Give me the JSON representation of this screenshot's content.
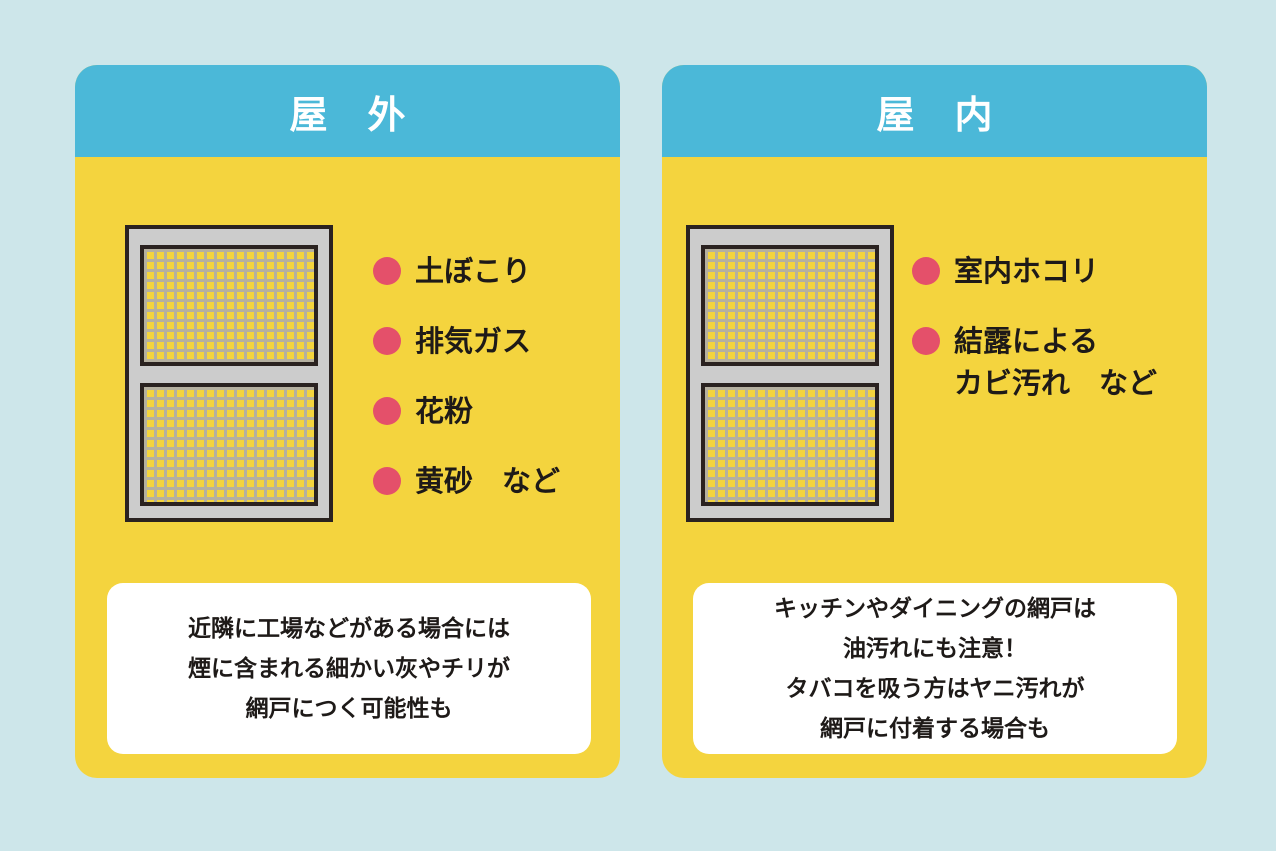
{
  "outdoor": {
    "title": "屋外",
    "items": [
      "土ぼこり",
      "排気ガス",
      "花粉",
      "黄砂　など"
    ],
    "note": [
      "近隣に工場などがある場合には",
      "煙に含まれる細かい灰やチリが",
      "網戸につく可能性も"
    ]
  },
  "indoor": {
    "title": "屋内",
    "items": [
      "室内ホコリ",
      "結露による\nカビ汚れ　など"
    ],
    "note": [
      "キッチンやダイニングの網戸は",
      "油汚れにも注意！",
      "タバコを吸う方はヤニ汚れが",
      "網戸に付着する場合も"
    ]
  },
  "colors": {
    "background": "#cde6ea",
    "header": "#4bb8d8",
    "card": "#f4d43e",
    "bullet": "#e4506a"
  }
}
